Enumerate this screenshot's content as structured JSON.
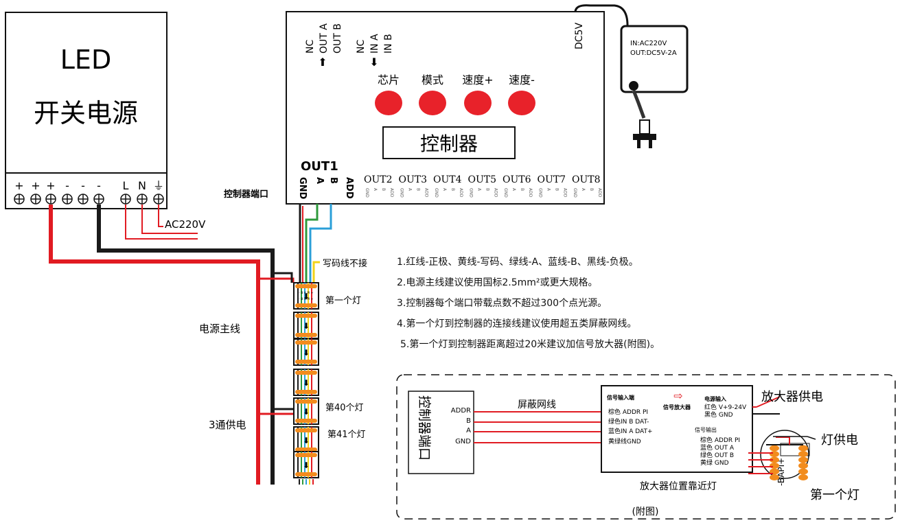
{
  "psu": {
    "title_top": "LED",
    "title_bottom": "开关电源",
    "terminal_signs": [
      "+",
      "+",
      "+",
      "-",
      "-",
      "-",
      "L",
      "N",
      "⏚"
    ],
    "ac_label": "AC220V"
  },
  "controller": {
    "top_out": [
      "NC",
      "OUT A",
      "OUT B"
    ],
    "top_in": [
      "NC",
      "IN A",
      "IN B"
    ],
    "dc_label": "DC5V",
    "buttons": [
      "芯片",
      "模式",
      "速度+",
      "速度-"
    ],
    "button_color": "#e8222a",
    "name": "控制器",
    "out1": "OUT1",
    "out1_pins": [
      "GND",
      "A",
      "B",
      "ADD"
    ],
    "ports": [
      "OUT2",
      "OUT3",
      "OUT4",
      "OUT5",
      "OUT6",
      "OUT7",
      "OUT8"
    ],
    "port_pins": [
      "GND",
      "A",
      "B",
      "ADD"
    ],
    "port_label": "控制器端口"
  },
  "adapter": {
    "in": "IN:AC220V",
    "out": "OUT:DC5V-2A"
  },
  "strip": {
    "write_wire": "写码线不接",
    "first_light": "第一个灯",
    "light40": "第40个灯",
    "light41": "第41个灯",
    "main_power": "电源主线",
    "three_way": "3通供电",
    "pin_labels": "- B A PI +"
  },
  "notes": [
    "1.红线-正极、黄线-写码、绿线-A、蓝线-B、黑线-负极。",
    "2.电源主线建议使用国标2.5mm²或更大规格。",
    "3.控制器每个端口带载点数不超过300个点光源。",
    "4.第一个灯到控制器的连接线建议使用超五类屏蔽网线。",
    "5.第一个灯到控制器距离超过20米建议加信号放大器(附图)。"
  ],
  "appendix": {
    "port_box": "控制器端口",
    "port_pins": [
      "ADDR",
      "B",
      "A",
      "GND"
    ],
    "cable": "屏蔽网线",
    "amp_in_title": "信号输入端",
    "amp_in": [
      "棕色 ADDR PI",
      "绿色IN B DAT-",
      "蓝色IN A DAT+",
      "黄绿线GND"
    ],
    "amp_name": "信号放大器",
    "power_in_title": "电源输入",
    "power_in": [
      "红色 V+9-24V",
      "黑色 GND"
    ],
    "out_title": "信号输出",
    "outputs": [
      "棕色 ADDR PI",
      "蓝色 OUT A",
      "绿色 OUT B",
      "黄绿 GND"
    ],
    "amp_supply": "放大器供电",
    "light_supply": "灯供电",
    "first_light": "第一个灯",
    "pcb_pins": "-BAPI+",
    "position": "放大器位置靠近灯",
    "caption": "(附图)"
  }
}
